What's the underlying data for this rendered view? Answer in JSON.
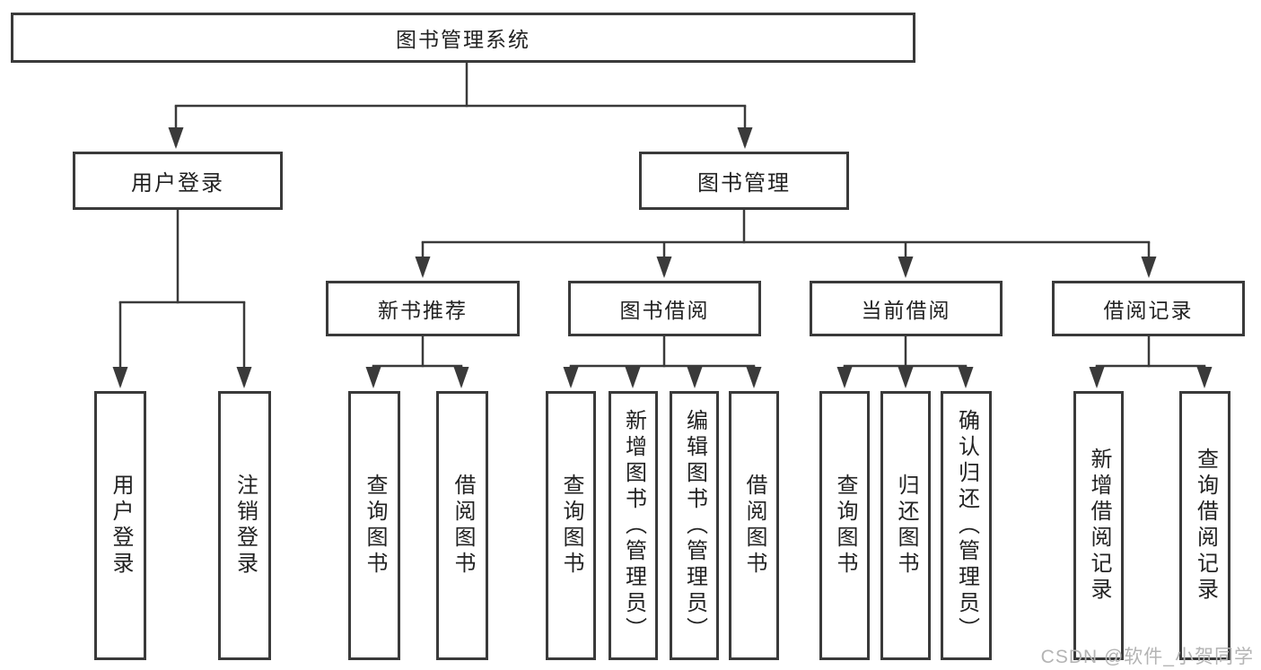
{
  "diagram": {
    "title": "图书管理系统",
    "branches": [
      {
        "label": "用户登录",
        "leaves": [
          "用户登录",
          "注销登录"
        ]
      },
      {
        "label": "图书管理",
        "groups": [
          {
            "label": "新书推荐",
            "leaves": [
              "查询图书",
              "借阅图书"
            ]
          },
          {
            "label": "图书借阅",
            "leaves": [
              "查询图书",
              "新增图书（管理员）",
              "编辑图书（管理员）",
              "借阅图书"
            ]
          },
          {
            "label": "当前借阅",
            "leaves": [
              "查询图书",
              "归还图书",
              "确认归还（管理员）"
            ]
          },
          {
            "label": "借阅记录",
            "leaves": [
              "新增借阅记录",
              "查询借阅记录"
            ]
          }
        ]
      }
    ]
  },
  "watermark": "CSDN @软件_小贺同学",
  "colors": {
    "line": "#3a3a3a",
    "text": "#222222",
    "background": "#ffffff",
    "watermark": "#b4b4b4"
  }
}
